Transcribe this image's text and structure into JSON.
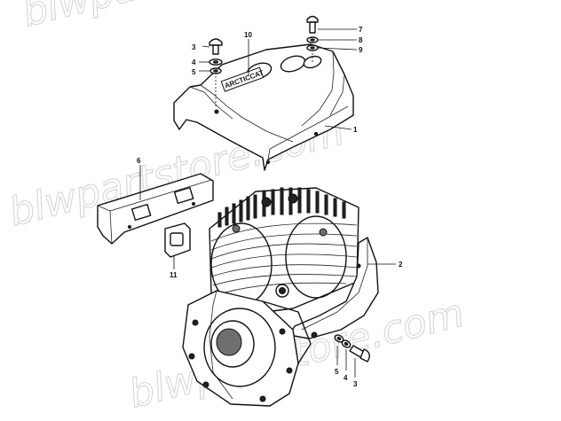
{
  "diagram": {
    "callouts": [
      {
        "id": "c1",
        "label": "1"
      },
      {
        "id": "c2",
        "label": "2"
      },
      {
        "id": "c3a",
        "label": "3"
      },
      {
        "id": "c3b",
        "label": "3"
      },
      {
        "id": "c4a",
        "label": "4"
      },
      {
        "id": "c4b",
        "label": "4"
      },
      {
        "id": "c5a",
        "label": "5"
      },
      {
        "id": "c5b",
        "label": "5"
      },
      {
        "id": "c6",
        "label": "6"
      },
      {
        "id": "c7",
        "label": "7"
      },
      {
        "id": "c8",
        "label": "8"
      },
      {
        "id": "c9",
        "label": "9"
      },
      {
        "id": "c10",
        "label": "10"
      },
      {
        "id": "c11",
        "label": "11"
      }
    ],
    "cover_lettering": "ARCTICCAT",
    "watermark": "blwpartstore.com"
  }
}
